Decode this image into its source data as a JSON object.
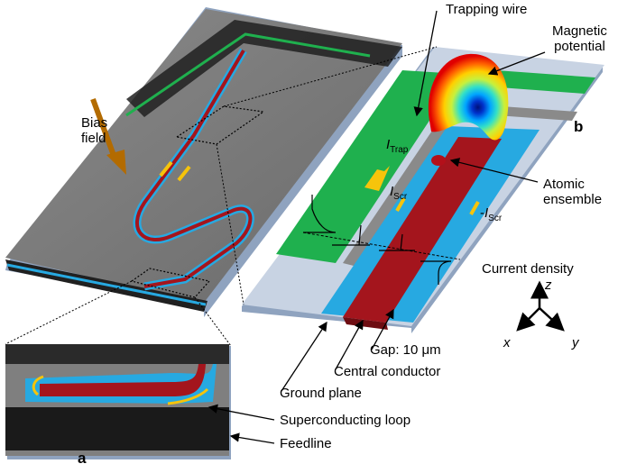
{
  "panel_labels": {
    "a": "a",
    "b": "b"
  },
  "labels": {
    "bias_field_line1": "Bias",
    "bias_field_line2": "field",
    "trapping_wire": "Trapping wire",
    "magnetic_potential_line1": "Magnetic",
    "magnetic_potential_line2": "potential",
    "i_trap_symbol": "I",
    "i_trap_subscript": "Trap",
    "i_scr_symbol": "I",
    "i_scr_subscript": "Scr",
    "i_scr2_prefix": "-",
    "i_scr2_symbol": "I",
    "i_scr2_subscript": "Scr",
    "atomic_ensemble_line1": "Atomic",
    "atomic_ensemble_line2": "ensemble",
    "current_density": "Current density",
    "gap": "Gap: 10 μm",
    "central_conductor": "Central conductor",
    "ground_plane": "Ground plane",
    "superconducting_loop": "Superconducting loop",
    "feedline": "Feedline"
  },
  "axes": {
    "x": "x",
    "y": "y",
    "z": "z"
  },
  "colors": {
    "chip_gray": "#7b7b7b",
    "substrate": "#b9c6d8",
    "trap_green": "#1fb04e",
    "ground_cyan": "#27a9e1",
    "conductor_red": "#a4151d",
    "current_yellow": "#f6c40b",
    "bias_arrow": "#b36b00"
  }
}
